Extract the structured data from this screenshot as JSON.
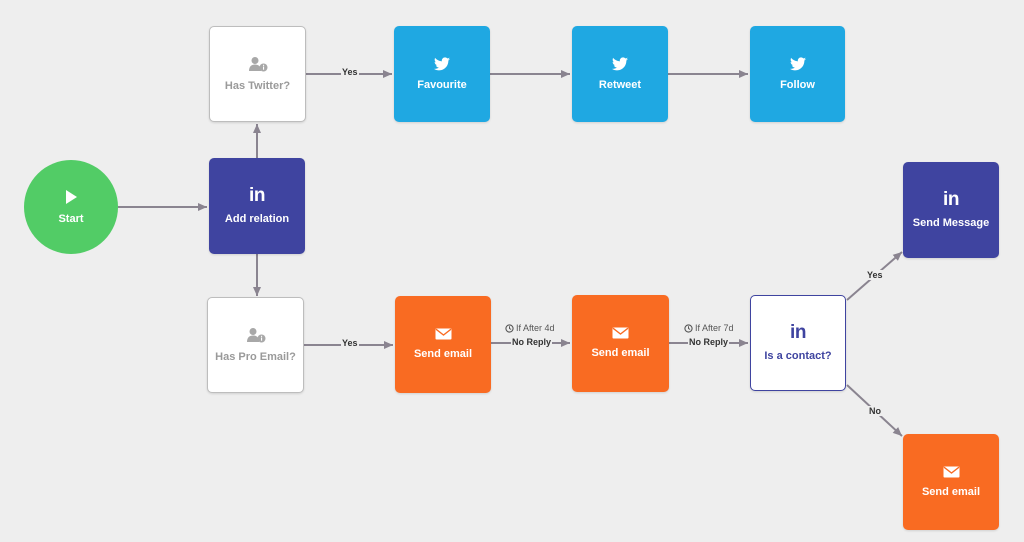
{
  "nodes": {
    "start": "Start",
    "add_relation": "Add relation",
    "has_twitter": "Has Twitter?",
    "favourite": "Favourite",
    "retweet": "Retweet",
    "follow": "Follow",
    "has_pro_email": "Has Pro Email?",
    "send_email_1": "Send email",
    "send_email_2": "Send email",
    "is_contact": "Is a contact?",
    "send_message": "Send Message",
    "send_email_3": "Send email",
    "linkedin_glyph": "in"
  },
  "edges": {
    "yes_twitter": "Yes",
    "yes_email": "Yes",
    "cond1": "If After 4d",
    "noreply1": "No Reply",
    "cond2": "If After 7d",
    "noreply2": "No Reply",
    "yes_contact": "Yes",
    "no_contact": "No"
  },
  "colors": {
    "start": "#52cc66",
    "linkedin": "#3f44a0",
    "twitter": "#1fa8e2",
    "email": "#f96b22",
    "connector": "#8a8490"
  },
  "icons": {
    "start": "play-icon",
    "linkedin": "linkedin-icon",
    "twitter": "twitter-bird-icon",
    "email": "envelope-icon",
    "condition": "user-info-icon",
    "timer": "clock-icon"
  }
}
